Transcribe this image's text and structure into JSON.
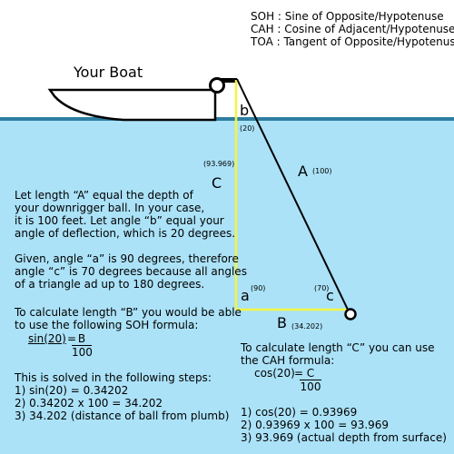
{
  "legend": {
    "line1": "SOH : Sine of Opposite/Hypotenuse",
    "line2": "CAH : Cosine of Adjacent/Hypotenuse",
    "line3": "TOA : Tangent of Opposite/Hypotenuse"
  },
  "boat_label": "Your Boat",
  "triangle": {
    "side_a": "A",
    "side_a_value": "(100)",
    "side_b": "B",
    "side_b_value": "(34.202)",
    "side_c": "C",
    "side_c_value": "(93.969)",
    "angle_b": "b",
    "angle_b_value": "(20)",
    "angle_a": "a",
    "angle_a_value": "(90)",
    "angle_c": "c",
    "angle_c_value": "(70)"
  },
  "intro": {
    "lines": [
      "Let length “A” equal the depth of",
      "your downrigger ball. In your case,",
      "it is 100 feet. Let angle “b” equal your",
      "angle of deflection, which is 20 degrees."
    ]
  },
  "given": {
    "lines": [
      "Given, angle “a” is 90 degrees, therefore",
      "angle “c” is 70 degrees because all angles",
      "of a triangle ad up to 180 degrees."
    ]
  },
  "b_calc": {
    "intro_lines": [
      "To calculate length “B” you would be able",
      "to use the following SOH formula:"
    ],
    "formula_left": "sin(20)",
    "formula_eq": "=",
    "formula_num": "B",
    "formula_den": "100",
    "solved_lead": "This is solved in the following steps:",
    "steps": [
      "1) sin(20) = 0.34202",
      "2) 0.34202 x 100 = 34.202",
      "3) 34.202 (distance of ball from plumb)"
    ]
  },
  "c_calc": {
    "intro_lines": [
      "To calculate length “C” you can use",
      "the CAH formula:"
    ],
    "formula_left": "cos(20)",
    "formula_eq": "=",
    "formula_num": "C",
    "formula_den": "100",
    "steps": [
      "1) cos(20) = 0.93969",
      "2) 0.93969 x 100 = 93.969",
      "3) 93.969 (actual depth from surface)"
    ]
  },
  "colors": {
    "water": "#abe2f8",
    "waterline": "#2e7ea2",
    "side_c_line": "#f3f542",
    "side_a_line": "#000000"
  }
}
